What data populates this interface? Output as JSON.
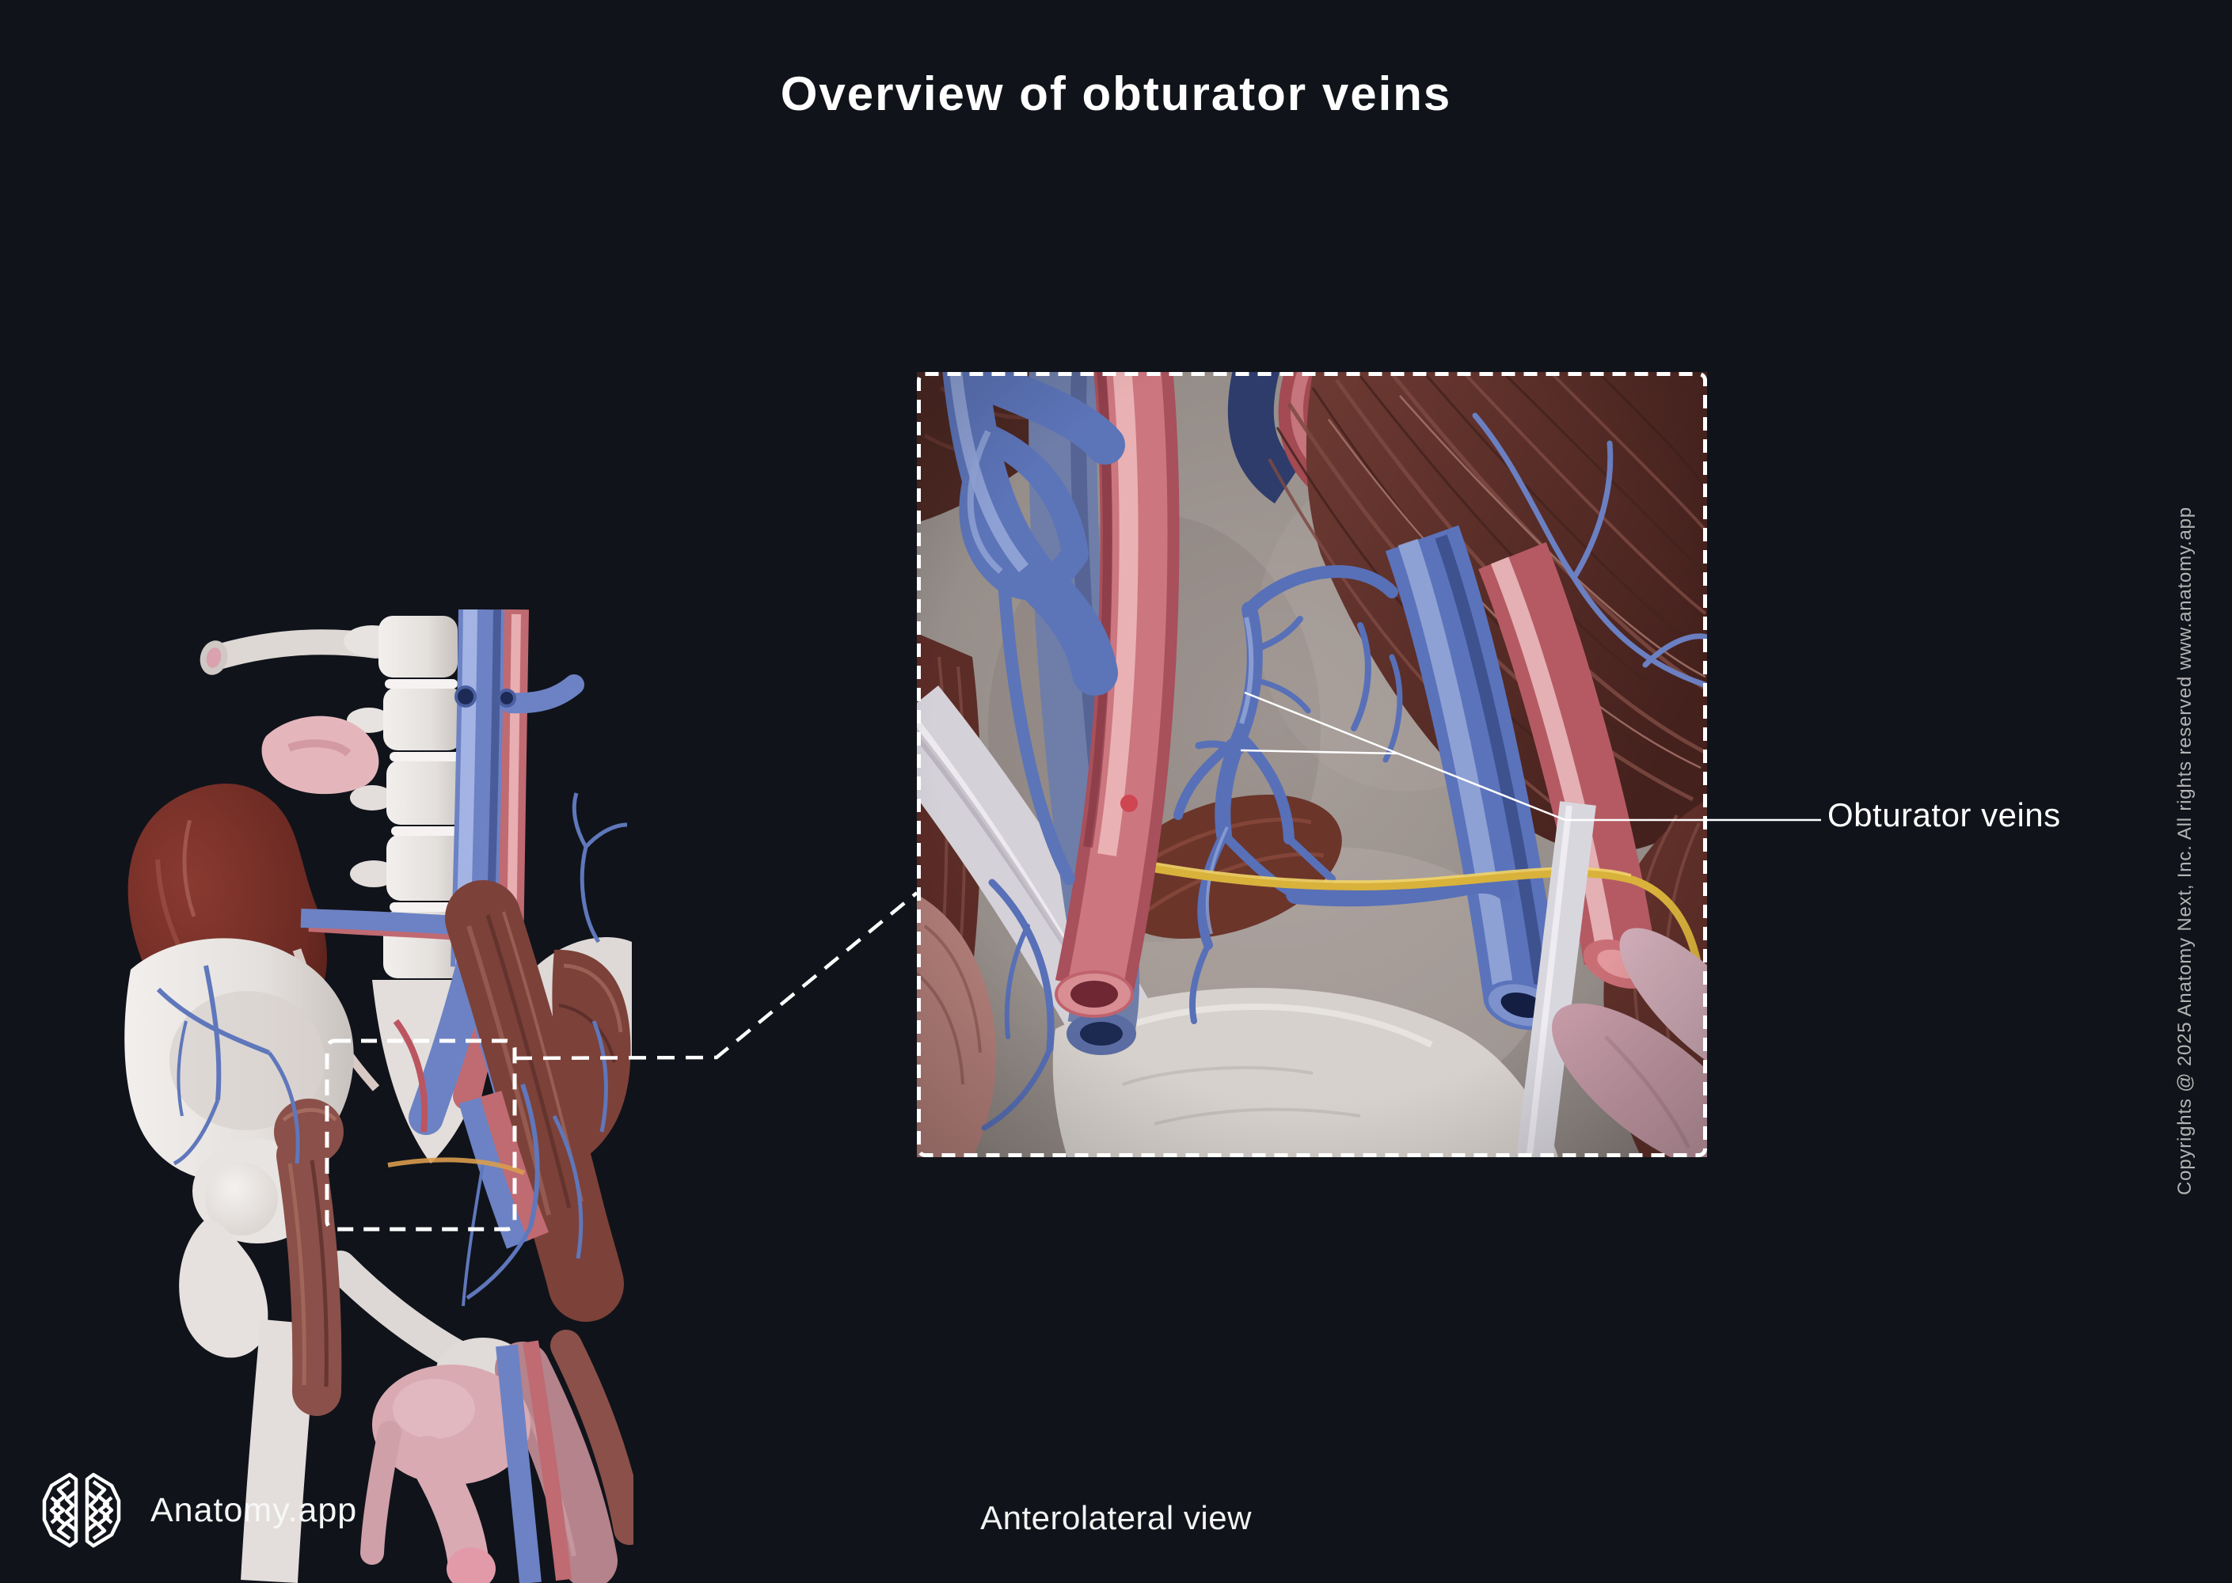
{
  "header": {
    "title": "Overview of obturator veins"
  },
  "annotation": {
    "label": "Obturator veins"
  },
  "footer": {
    "brand": "Anatomy.app",
    "view_label": "Anterolateral view"
  },
  "copyright": {
    "text": "Copyrights @ 2025 Anatomy Next, Inc. All rights reserved www.anatomy.app"
  },
  "icons": {
    "brand_logo": "anatomy-app-brain-logo"
  },
  "colors": {
    "background": "#10131a",
    "text_primary": "#ffffff",
    "text_muted": "#b4b4b4",
    "annotation_line": "#ffffff",
    "dashed_frame": "#ffffff",
    "artery_red": "#c4626a",
    "vein_blue": "#5c74b8",
    "nerve_yellow": "#d9b23c",
    "bone_gray": "#a69e99",
    "muscle_maroon": "#6a3832",
    "ligament_white": "#d8d4da",
    "kidney_maroon": "#6b2a23",
    "organ_pink": "#d9aab2"
  }
}
